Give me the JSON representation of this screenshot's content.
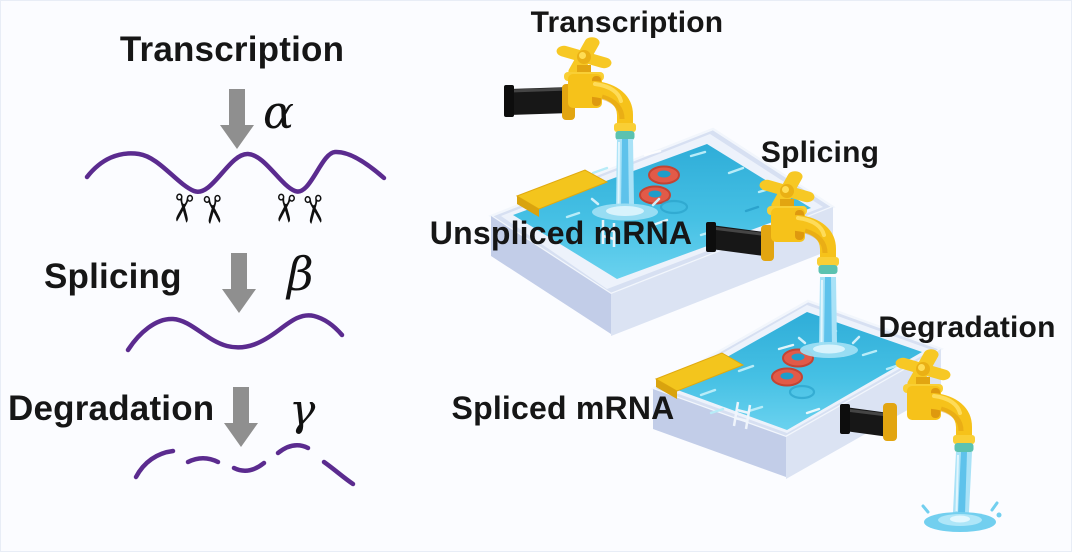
{
  "figure": {
    "left_panel": {
      "steps": [
        {
          "id": "transcription",
          "label": "Transcription",
          "rate": "α"
        },
        {
          "id": "splicing",
          "label": "Splicing",
          "rate": "β"
        },
        {
          "id": "degradation",
          "label": "Degradation",
          "rate": "γ"
        }
      ],
      "scissors_icon": "✂"
    },
    "right_panel": {
      "faucets": [
        {
          "id": "transcription",
          "label": "Transcription"
        },
        {
          "id": "splicing",
          "label": "Splicing"
        },
        {
          "id": "degradation",
          "label": "Degradation"
        }
      ],
      "pools": [
        {
          "id": "unspliced",
          "label": "Unspliced mRNA"
        },
        {
          "id": "spliced",
          "label": "Spliced mRNA"
        }
      ]
    },
    "colors": {
      "rna_purple": "#5b2b8f",
      "arrow_gray": "#8f8f8f",
      "faucet_yellow": "#f6c21a",
      "water_cyan": "#38b6de",
      "pool_body": "#c2cde8",
      "swim_ring_red": "#e25a48",
      "text": "#161616",
      "background": "#fbfcff"
    }
  }
}
